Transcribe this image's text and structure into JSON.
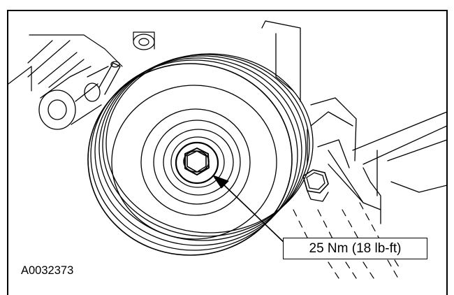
{
  "figure": {
    "id_label": "A0032373",
    "torque_callout": "25 Nm (18 lb-ft)",
    "line_color": "#000000",
    "background_color": "#ffffff"
  },
  "icons": [
    "pulley-drawing",
    "bolt-hex-drawing",
    "arrow-leader"
  ]
}
